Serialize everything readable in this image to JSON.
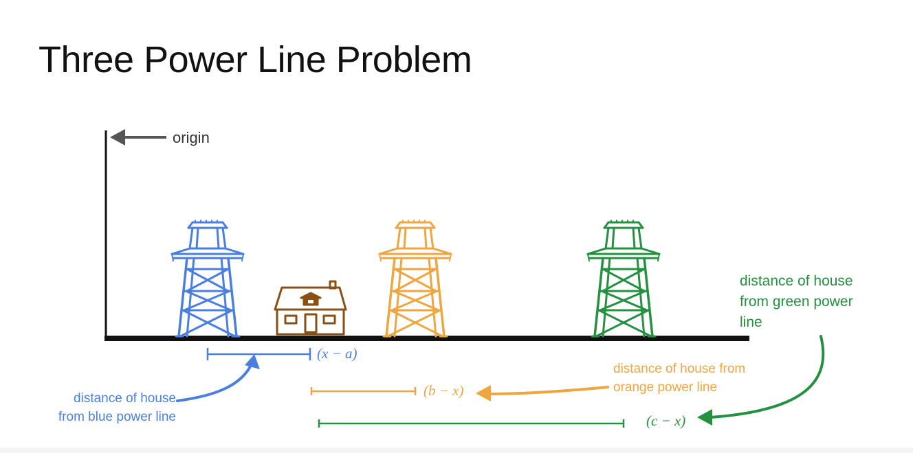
{
  "title": "Three Power Line Problem",
  "origin_label": "origin",
  "towers": [
    {
      "name": "blue",
      "color": "#4a7fe0"
    },
    {
      "name": "orange",
      "color": "#f0a640"
    },
    {
      "name": "green",
      "color": "#23913f"
    }
  ],
  "house": {
    "color": "#8a4f12"
  },
  "blue": {
    "label": "distance of house from blue power line",
    "label_lines": [
      "distance of house",
      "from blue power line"
    ],
    "expression": "(x − a)",
    "color": "#4a7fe0"
  },
  "orange": {
    "label_lines": [
      "distance of house from",
      "orange power line"
    ],
    "expression": "(b − x)",
    "color": "#f0a640"
  },
  "green": {
    "label_lines": [
      "distance of house",
      "from green power",
      "line"
    ],
    "expression": "(c − x)",
    "color": "#23913f"
  },
  "axis_color": "#111111",
  "origin_arrow_color": "#555555"
}
